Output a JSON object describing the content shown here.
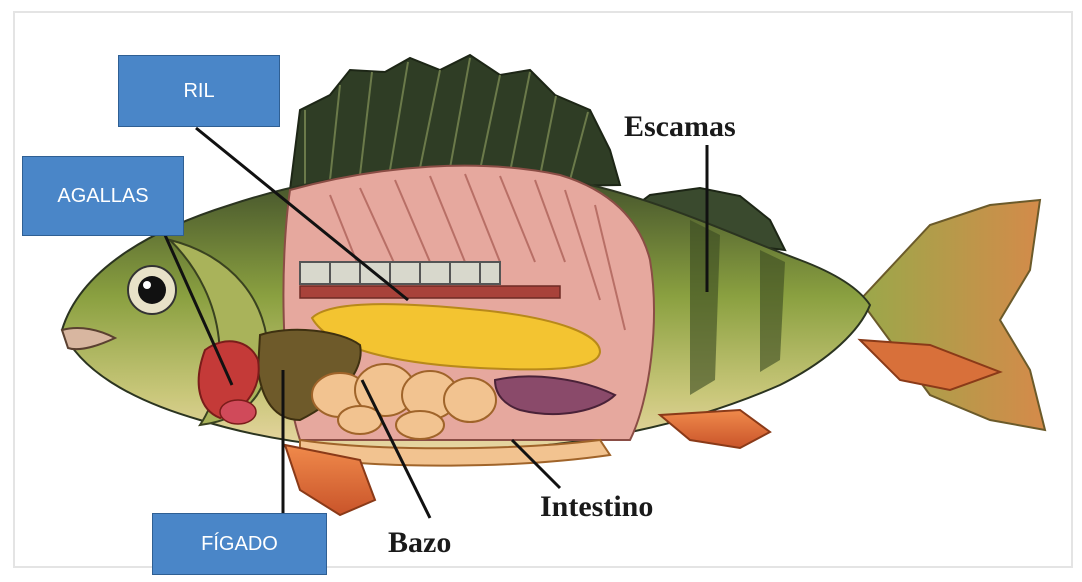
{
  "labels": {
    "ril": "RIL",
    "agallas": "AGALLAS",
    "figado": "FÍGADO",
    "escamas": "Escamas",
    "bazo": "Bazo",
    "intestino": "Intestino"
  },
  "colors": {
    "label_box_fill": "#4a86c8",
    "label_box_border": "#2f5f93",
    "swim_bladder": "#f1c232",
    "muscle": "#e8a9a0",
    "fish_body": "#7f9a3a",
    "fins": "#e26d3b",
    "dorsal_fin": "#3a4a2e"
  }
}
